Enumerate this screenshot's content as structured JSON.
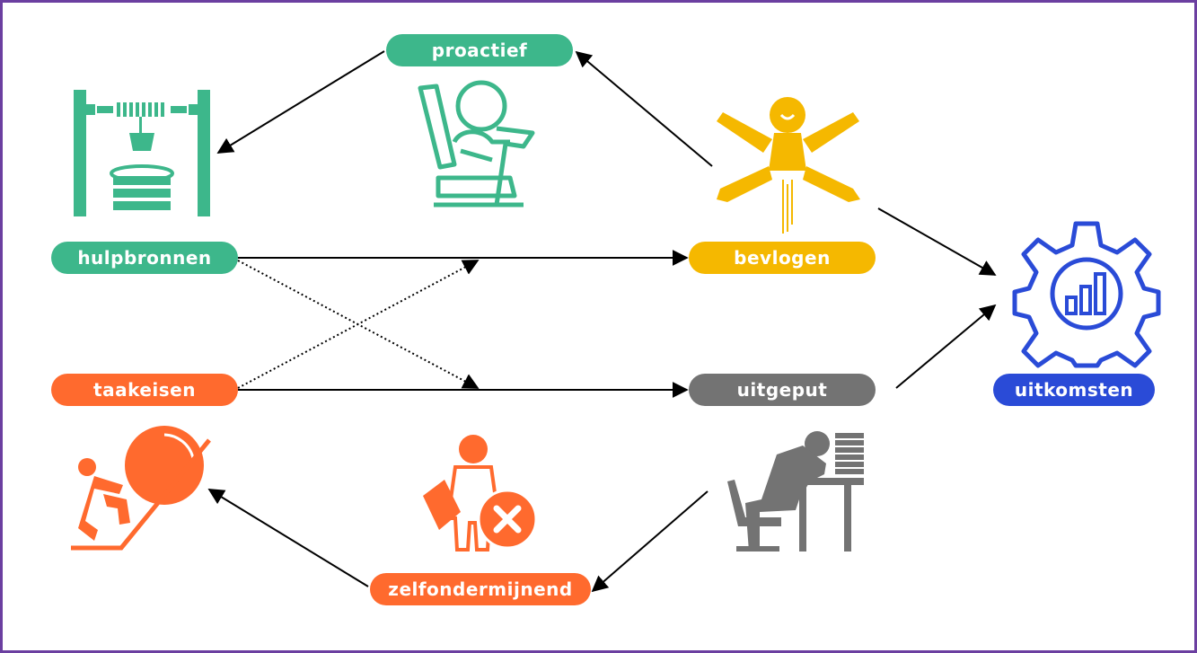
{
  "colors": {
    "green": "#3db78b",
    "yellow": "#f5b800",
    "orange": "#ff6a2e",
    "gray": "#737373",
    "blue": "#2a4bd7",
    "border": "#6b3fa0"
  },
  "nodes": {
    "proactief": "proactief",
    "hulpbronnen": "hulpbronnen",
    "bevlogen": "bevlogen",
    "taakeisen": "taakeisen",
    "uitgeput": "uitgeput",
    "uitkomsten": "uitkomsten",
    "zelfondermijnend": "zelfondermijnend"
  },
  "icons": [
    "resources-icon",
    "proactive-worker-icon",
    "jumping-person-icon",
    "outcomes-gear-icon",
    "pushing-boulder-icon",
    "self-undermining-icon",
    "exhausted-worker-icon"
  ]
}
